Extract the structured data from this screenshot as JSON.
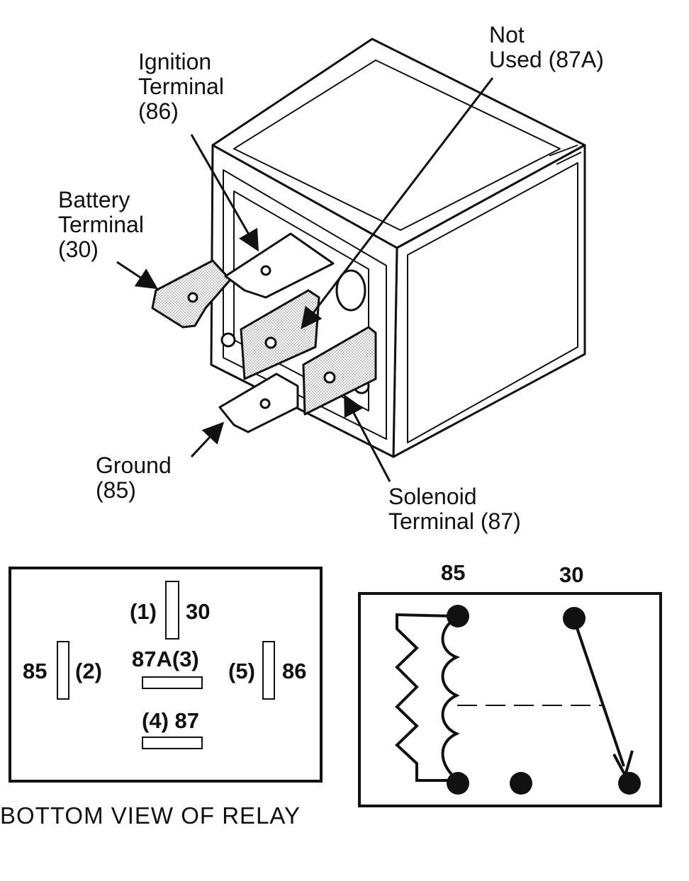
{
  "relay_illustration": {
    "labels": {
      "ignition": "Ignition\nTerminal\n(86)",
      "not_used": "Not\nUsed (87A)",
      "battery": "Battery\nTerminal\n(30)",
      "ground": "Ground\n(85)",
      "solenoid": "Solenoid\nTerminal (87)"
    }
  },
  "bottom_view": {
    "caption": "BOTTOM VIEW OF RELAY",
    "pins": {
      "p30_num": "(1)",
      "p30_name": "30",
      "p85_name": "85",
      "p85_num": "(2)",
      "p87a": "87A(3)",
      "p86_num": "(5)",
      "p86_name": "86",
      "p87": "(4) 87"
    }
  },
  "schematic": {
    "pin_85": "85",
    "pin_30": "30"
  }
}
